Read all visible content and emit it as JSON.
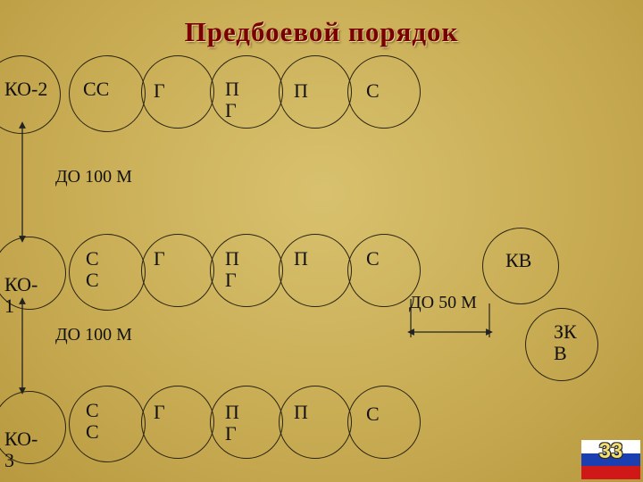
{
  "title": "Предбоевой порядок",
  "rows": [
    {
      "leader": "КО-2",
      "nodes": [
        "СС",
        "Г",
        "П\nГ",
        "П",
        "С"
      ]
    },
    {
      "leader": "КО-\n1",
      "nodes": [
        "С\nС",
        "Г",
        "П\nГ",
        "П",
        "С"
      ],
      "extra": "КВ"
    },
    {
      "leader": "КО-\n3",
      "nodes": [
        "С\nС",
        "Г",
        "П\nГ",
        "П",
        "С"
      ]
    }
  ],
  "distances": {
    "top_gap": "ДО 100 М",
    "bottom_gap": "ДО 100 М",
    "kv_gap": "ДО 50 М"
  },
  "zkv": "ЗК\nВ",
  "page_number": "33"
}
